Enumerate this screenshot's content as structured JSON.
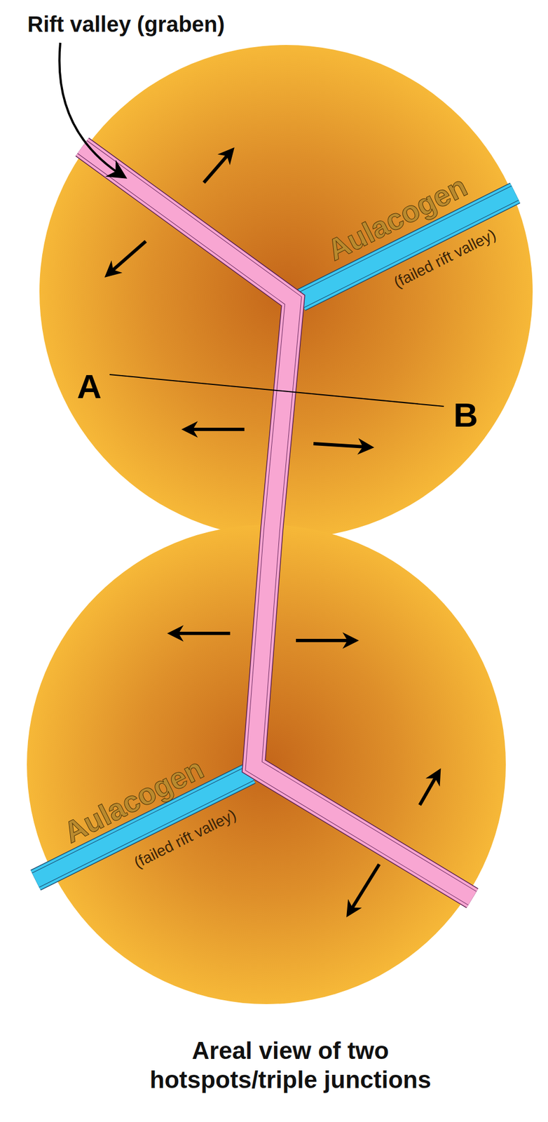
{
  "diagram": {
    "caption": "Areal view of two hotspots/triple junctions",
    "labels": [
      "Rift valley (graben)",
      "Aulacogen",
      "(failed rift valley)",
      "A",
      "B",
      "Aulacogen",
      "(failed rift valley)"
    ]
  }
}
